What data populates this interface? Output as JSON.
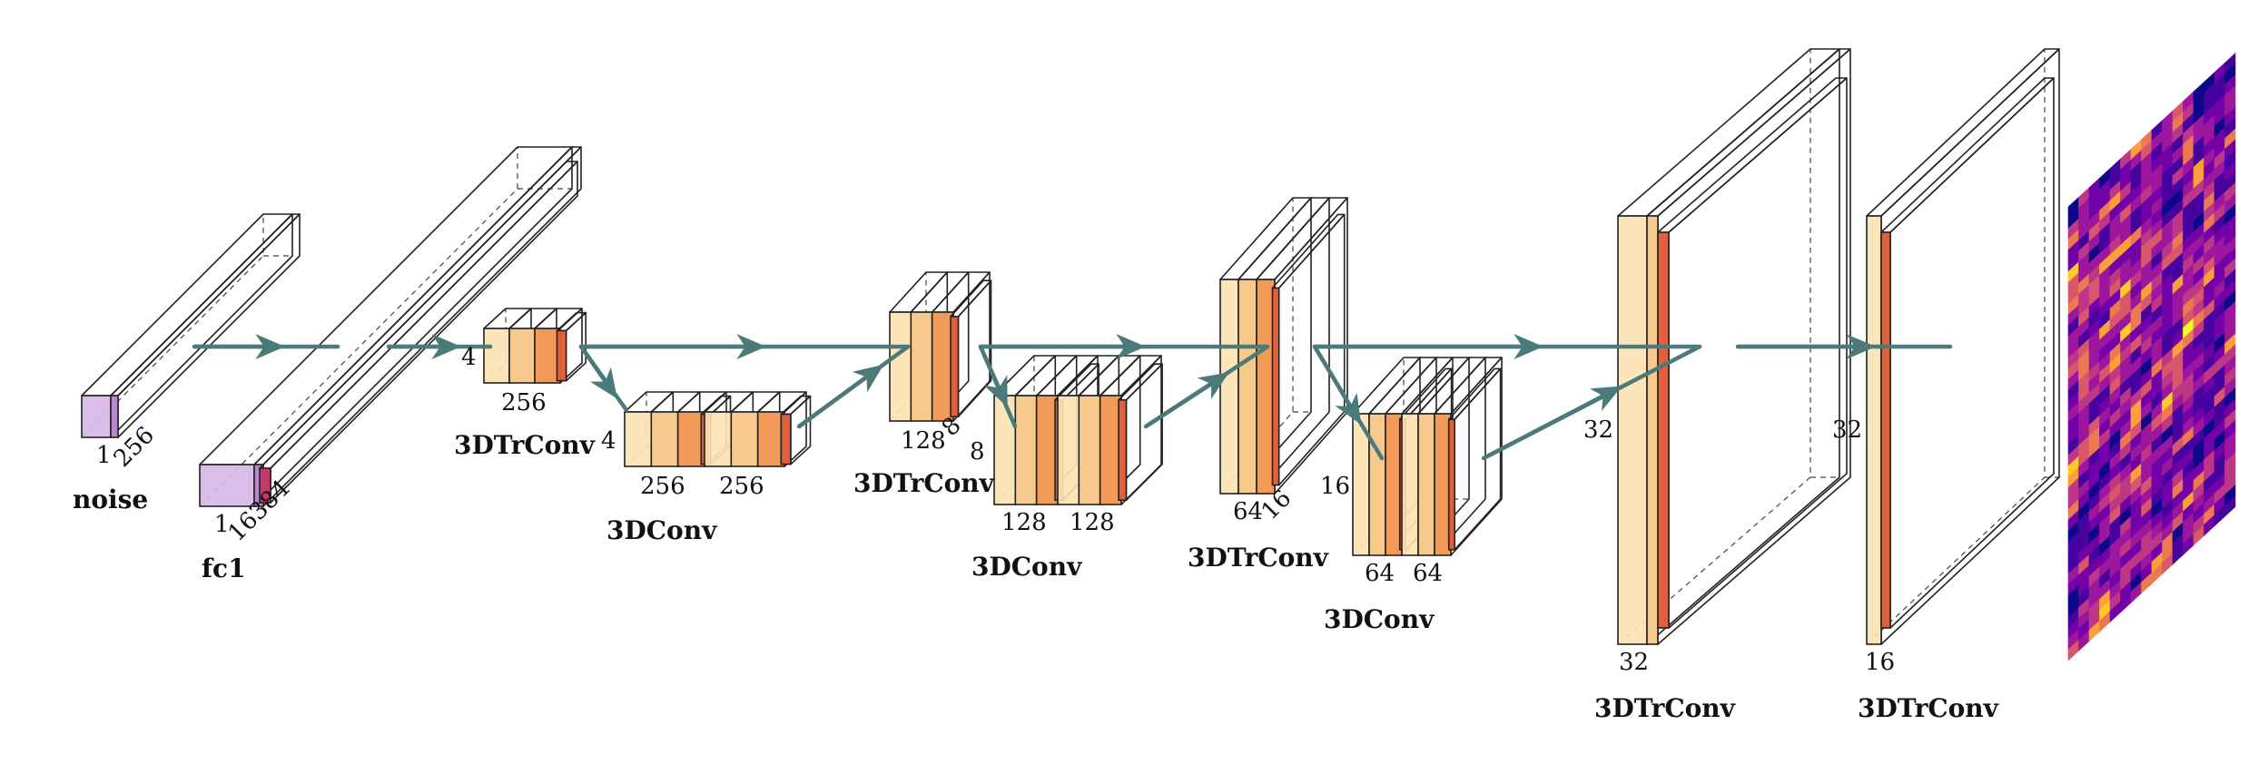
{
  "colors": {
    "purple_light": "#d7b8e8",
    "purple_mid": "#b888d2",
    "purple_dark": "#9c6bbd",
    "crimson": "#c2396a",
    "cream": "#fde3b4",
    "peach": "#f8c98d",
    "orange": "#f29a57",
    "red_orange": "#e0603c",
    "edge": "#222222",
    "arrow": "#4b7a7a"
  },
  "layers": {
    "noise": {
      "name": "noise",
      "dim_a": "1",
      "dim_b": "256"
    },
    "fc1": {
      "name": "fc1",
      "dim_a": "1",
      "dim_b": "16384"
    },
    "trconv1": {
      "name": "3DTrConv",
      "dim_h": "4",
      "dim_w": "256"
    },
    "conv1": {
      "name": "3DConv",
      "dim_h": "4",
      "dim_w1": "256",
      "dim_w2": "256"
    },
    "trconv2": {
      "name": "3DTrConv",
      "dim_w": "128",
      "dim_d1": "8",
      "dim_d2": "8"
    },
    "conv2": {
      "name": "3DConv",
      "dim_w1": "128",
      "dim_w2": "128"
    },
    "trconv3": {
      "name": "3DTrConv",
      "dim_w": "64",
      "dim_d": "16"
    },
    "conv3": {
      "name": "3DConv",
      "dim_h": "16",
      "dim_w1": "64",
      "dim_w2": "64"
    },
    "trconv4": {
      "name": "3DTrConv",
      "dim_h": "32",
      "dim_w": "32"
    },
    "trconv5": {
      "name": "3DTrConv",
      "dim_h": "32",
      "dim_w": "16"
    }
  },
  "output_image": {
    "colormap": [
      "#0d0887",
      "#46039f",
      "#7201a8",
      "#9c179e",
      "#bd3786",
      "#d8576b",
      "#ed7953",
      "#fb9f3a",
      "#fdca26",
      "#f0f921"
    ]
  }
}
